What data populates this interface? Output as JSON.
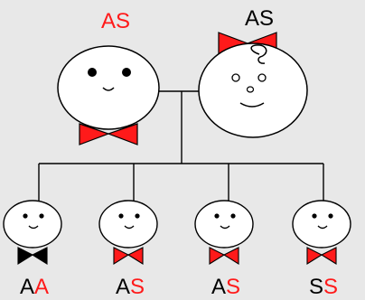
{
  "colors": {
    "background": "#e8e8e8",
    "red": "#ff1a1a",
    "black": "#000000",
    "face": "#ffffff"
  },
  "parents": [
    {
      "id": "father",
      "label": [
        {
          "text": "A",
          "color": "#ff1a1a"
        },
        {
          "text": "S",
          "color": "#ff1a1a"
        }
      ],
      "icon": "boy-face-icon",
      "bow_tie_color": "#ff1a1a"
    },
    {
      "id": "mother",
      "label": [
        {
          "text": "A",
          "color": "#000000"
        },
        {
          "text": "S",
          "color": "#000000"
        }
      ],
      "icon": "girl-face-icon",
      "hair_bow_color": "#ff1a1a"
    }
  ],
  "children": [
    {
      "id": "child-1",
      "label": [
        {
          "text": "A",
          "color": "#000000"
        },
        {
          "text": "A",
          "color": "#ff1a1a"
        }
      ],
      "icon": "child-face-icon",
      "bow_tie_color": "#000000"
    },
    {
      "id": "child-2",
      "label": [
        {
          "text": "A",
          "color": "#000000"
        },
        {
          "text": "S",
          "color": "#ff1a1a"
        }
      ],
      "icon": "child-face-icon",
      "bow_tie_color": "#ff1a1a"
    },
    {
      "id": "child-3",
      "label": [
        {
          "text": "A",
          "color": "#000000"
        },
        {
          "text": "S",
          "color": "#ff1a1a"
        }
      ],
      "icon": "child-face-icon",
      "bow_tie_color": "#ff1a1a"
    },
    {
      "id": "child-4",
      "label": [
        {
          "text": "S",
          "color": "#000000"
        },
        {
          "text": "S",
          "color": "#ff1a1a"
        }
      ],
      "icon": "child-face-icon",
      "bow_tie_color": "#ff1a1a"
    }
  ]
}
